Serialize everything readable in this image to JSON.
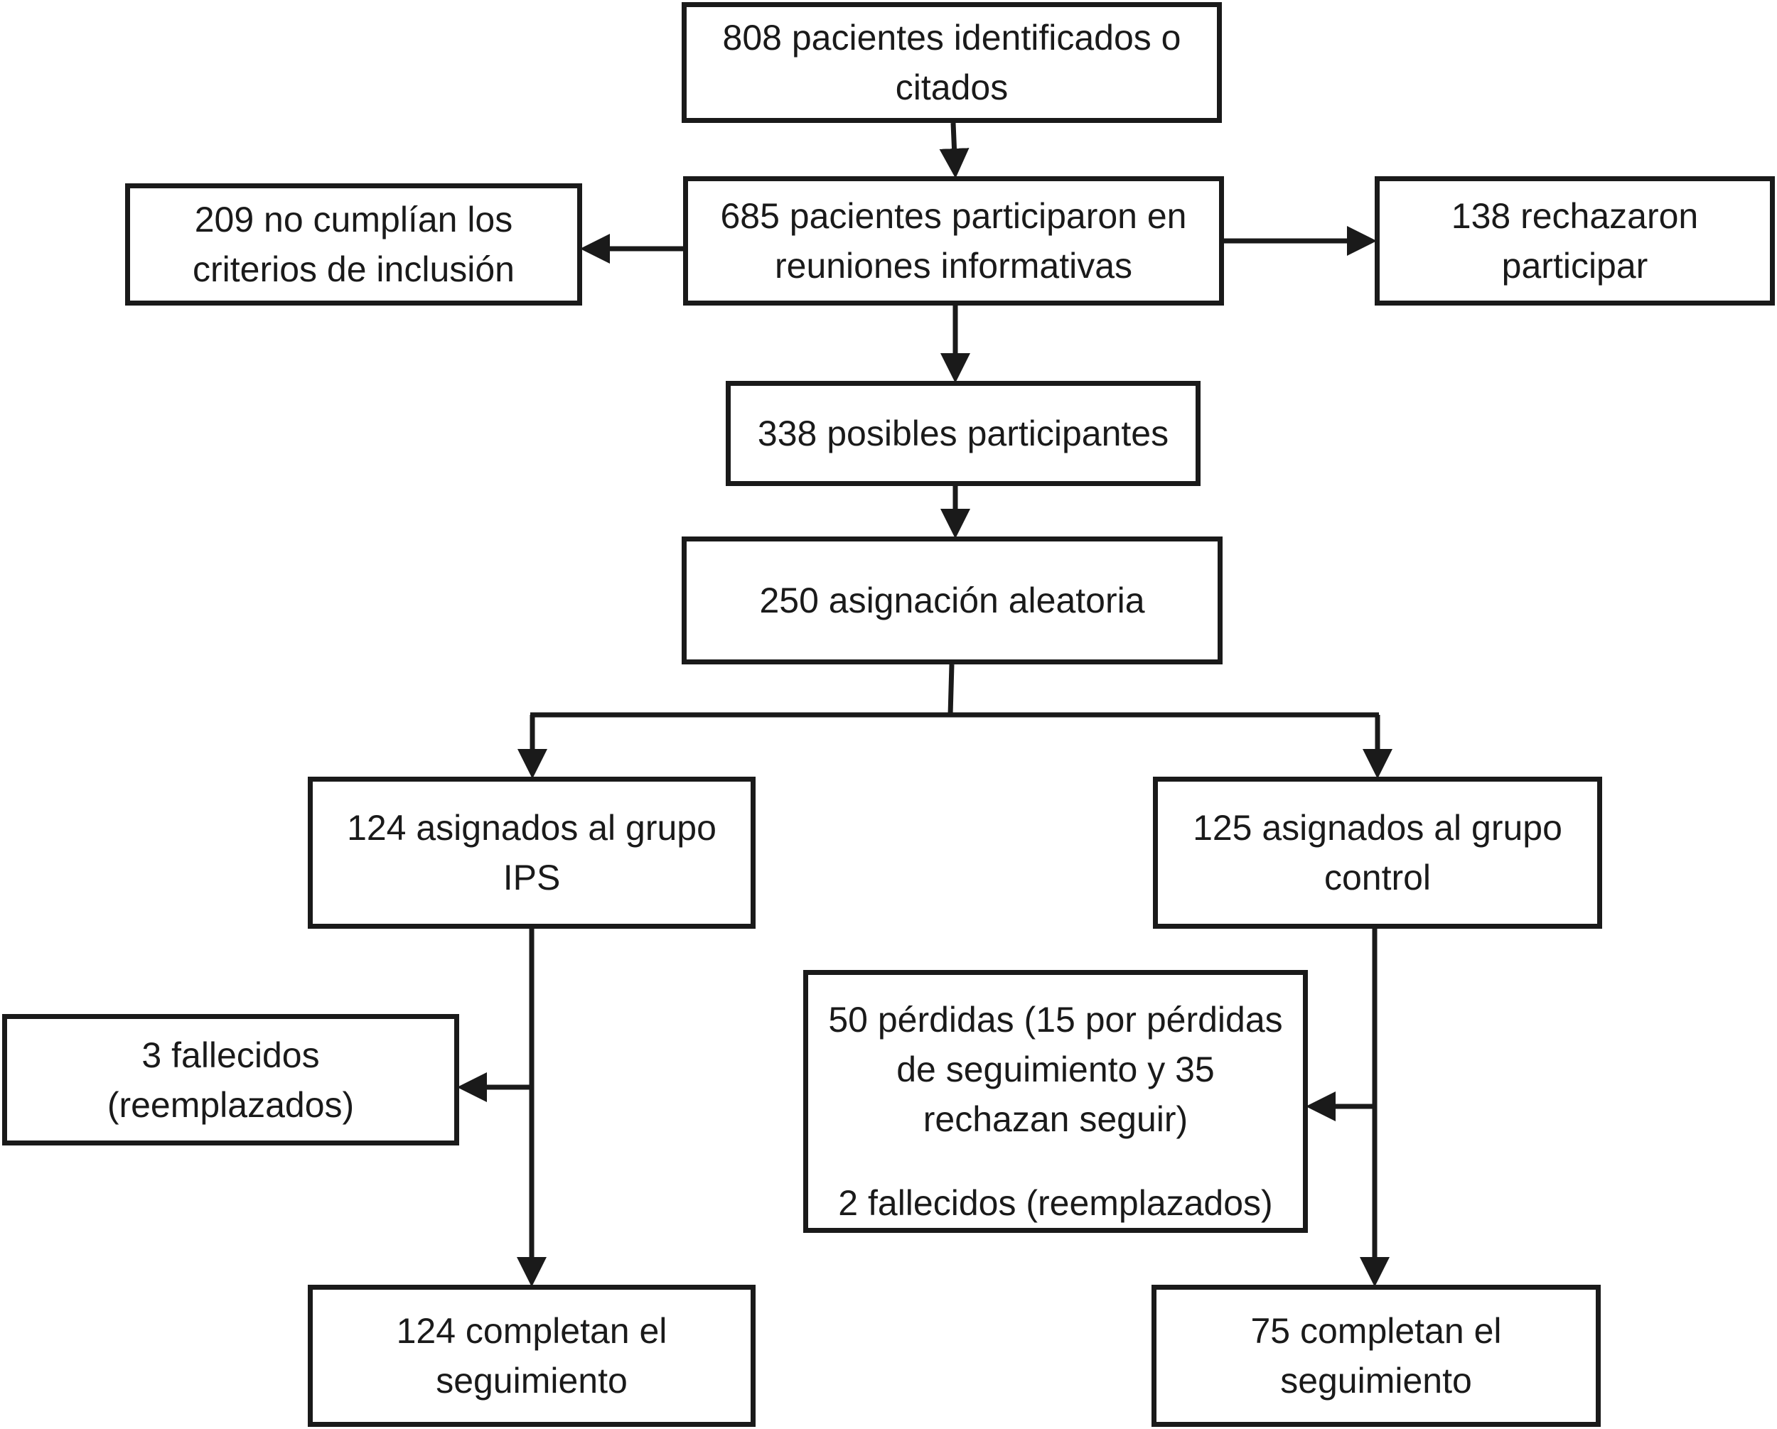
{
  "nodes": {
    "identified": {
      "line1": "808 pacientes identificados o",
      "line2": "citados"
    },
    "informative_meetings": {
      "line1": "685 pacientes participaron en",
      "line2": "reuniones informativas"
    },
    "excluded_criteria": {
      "line1": "209 no cumplían los",
      "line2": "criterios de inclusión"
    },
    "refused": {
      "line1": "138 rechazaron",
      "line2": "participar"
    },
    "possible_participants": {
      "line1": "338 posibles participantes"
    },
    "randomized": {
      "line1": "250 asignación aleatoria"
    },
    "ips_group": {
      "line1": "124 asignados al grupo",
      "line2": "IPS"
    },
    "control_group": {
      "line1": "125 asignados al grupo",
      "line2": "control"
    },
    "ips_deaths": {
      "line1": "3 fallecidos",
      "line2": "(reemplazados)"
    },
    "control_losses": {
      "line1": "50 pérdidas (15 por pérdidas",
      "line2": "de seguimiento y 35",
      "line3": "rechazan seguir)",
      "line4": "2 fallecidos (reemplazados)"
    },
    "ips_completed": {
      "line1": "124 completan el",
      "line2": "seguimiento"
    },
    "control_completed": {
      "line1": "75 completan el",
      "line2": "seguimiento"
    }
  },
  "colors": {
    "stroke": "#1a1a1a",
    "background": "#ffffff"
  }
}
